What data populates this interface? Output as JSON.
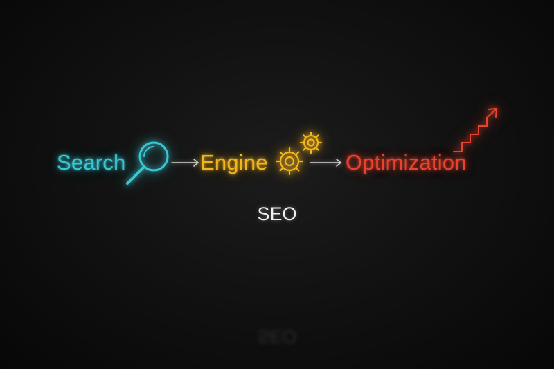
{
  "words": {
    "search": "Search",
    "engine": "Engine",
    "optimization": "Optimization"
  },
  "acronym": "SEO",
  "colors": {
    "search": "#39c8d3",
    "engine": "#f3b51c",
    "optimization": "#e8432f",
    "arrow": "#d9d9d9",
    "acronym": "#f2f2f2",
    "background": "#121212"
  },
  "icons": {
    "search": "magnifying-glass-icon",
    "engine": "gears-icon",
    "optimization": "rising-arrow-icon"
  }
}
